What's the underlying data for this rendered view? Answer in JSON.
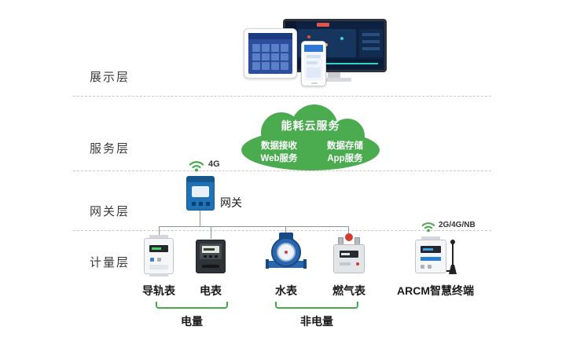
{
  "diagram": {
    "layers": [
      {
        "label": "展示层"
      },
      {
        "label": "服务层"
      },
      {
        "label": "网关层"
      },
      {
        "label": "计量层"
      }
    ],
    "cloud": {
      "title": "能耗云服务",
      "items": [
        "数据接收",
        "数据存储",
        "Web服务",
        "App服务"
      ]
    },
    "gateway": {
      "label": "网关",
      "network": "4G"
    },
    "devices": [
      {
        "label": "导轨表"
      },
      {
        "label": "电表"
      },
      {
        "label": "水表"
      },
      {
        "label": "燃气表"
      },
      {
        "label": "ARCM智慧终端",
        "network": "2G/4G/NB"
      }
    ],
    "groups": [
      {
        "label": "电量"
      },
      {
        "label": "非电量"
      }
    ],
    "colors": {
      "cloud_green": "#4aab4f",
      "accent_green": "#46a94b",
      "gateway_blue": "#1e72b8",
      "water_blue": "#2a66ad"
    }
  }
}
